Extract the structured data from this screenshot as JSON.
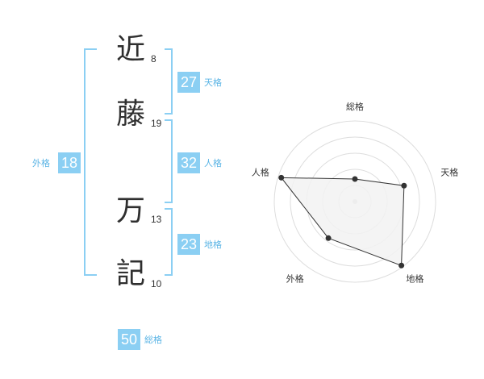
{
  "name": {
    "chars": [
      {
        "char": "近",
        "strokes": "8"
      },
      {
        "char": "藤",
        "strokes": "19"
      },
      {
        "char": "万",
        "strokes": "13"
      },
      {
        "char": "記",
        "strokes": "10"
      }
    ]
  },
  "fortunes": {
    "tenkaku": {
      "value": "27",
      "label": "天格"
    },
    "jinkaku": {
      "value": "32",
      "label": "人格"
    },
    "chikaku": {
      "value": "23",
      "label": "地格"
    },
    "gaikaku": {
      "value": "18",
      "label": "外格"
    },
    "soukaku": {
      "value": "50",
      "label": "総格"
    }
  },
  "chart_data": {
    "type": "radar",
    "axes": [
      "総格",
      "天格",
      "地格",
      "外格",
      "人格"
    ],
    "max": 5,
    "rings": 5,
    "values": [
      1.4,
      3.2,
      4.9,
      2.8,
      4.8
    ]
  },
  "colors": {
    "accent": "#8bcff3",
    "accent_text": "#5ab4e5",
    "radar_fill": "#f2f2f2",
    "radar_line": "#333333"
  }
}
